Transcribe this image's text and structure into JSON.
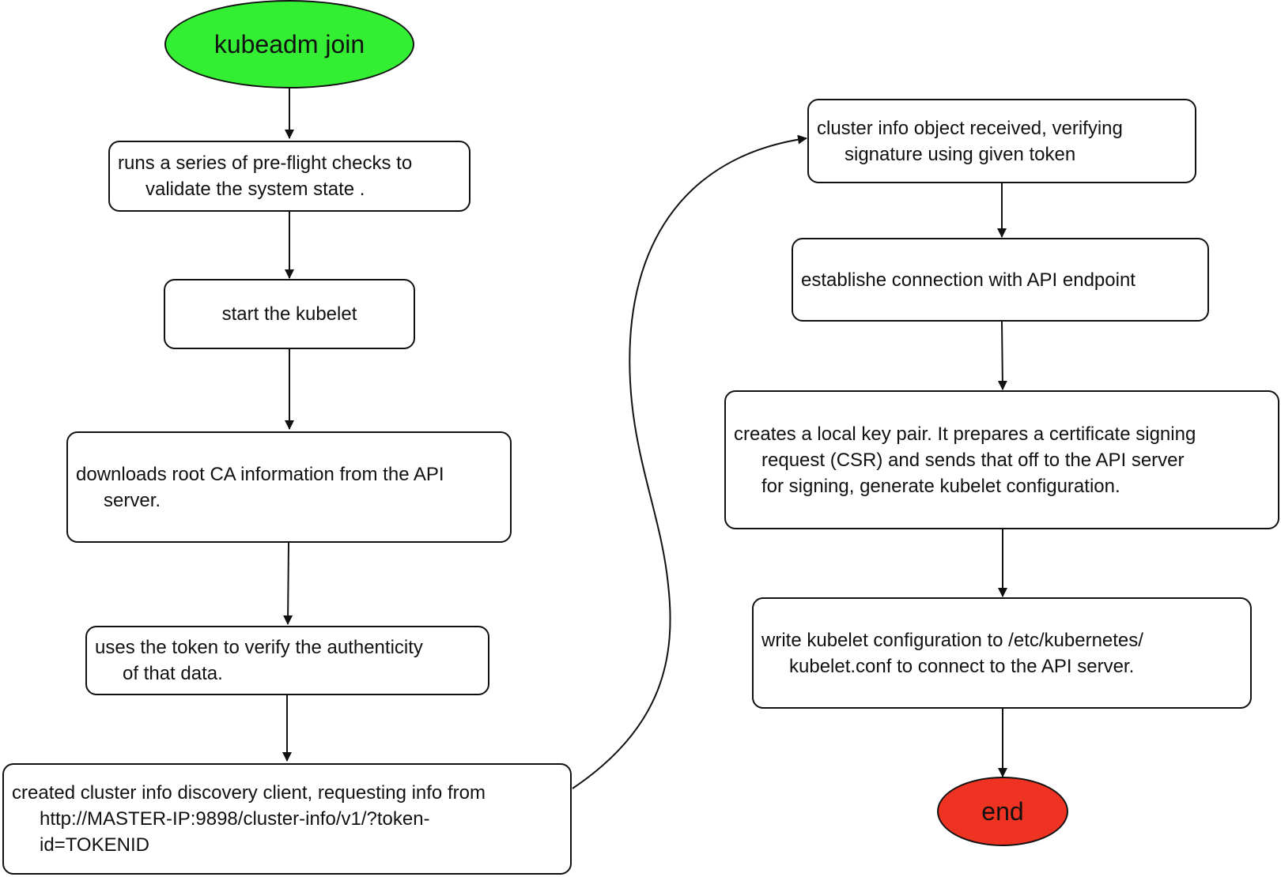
{
  "colors": {
    "start_fill": "#33ee33",
    "end_fill": "#ee3322",
    "stroke": "#111111"
  },
  "nodes": {
    "start": {
      "label": "kubeadm join"
    },
    "preflight": {
      "lines": [
        "runs a series of pre-flight checks to",
        "validate the system state ."
      ]
    },
    "kubelet": {
      "lines": [
        "start the kubelet"
      ]
    },
    "download_ca": {
      "lines": [
        "downloads root CA information from the API",
        "server."
      ]
    },
    "verify_token": {
      "lines": [
        "uses the token to verify the authenticity",
        "of that data."
      ]
    },
    "discovery_client": {
      "lines": [
        "created cluster info discovery client, requesting info from",
        "http://MASTER-IP:9898/cluster-info/v1/?token-",
        "id=TOKENID"
      ]
    },
    "cluster_info": {
      "lines": [
        "cluster info object received, verifying",
        "signature using given token"
      ]
    },
    "connection": {
      "lines": [
        "establishe connection with API endpoint"
      ]
    },
    "key_pair": {
      "lines": [
        "creates a local key pair. It prepares a certificate signing",
        "request (CSR) and sends that off to the API server",
        "for signing, generate kubelet configuration."
      ]
    },
    "write_config": {
      "lines": [
        "write kubelet configuration to /etc/kubernetes/",
        "kubelet.conf to connect to the API server."
      ]
    },
    "end": {
      "label": "end"
    }
  }
}
